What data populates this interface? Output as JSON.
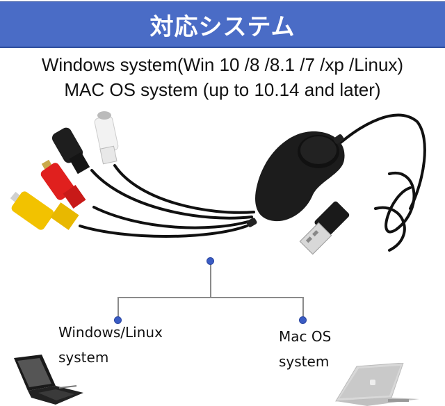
{
  "header": {
    "title": "対応システム",
    "background_color": "#4a6cc6"
  },
  "compatibility": {
    "windows_line": "Windows system(Win 10 /8 /8.1 /7 /xp /Linux)",
    "mac_line": "MAC OS system (up to 10.14 and later)"
  },
  "product": {
    "name": "usb-video-capture-cable",
    "connectors": [
      "yellow-rca",
      "red-rca",
      "black-s-video",
      "white-rca",
      "usb-a"
    ],
    "colors": {
      "yellow": "#f2c200",
      "red": "#e0201e",
      "black": "#1a1a1a",
      "white": "#f2f2f2",
      "cable": "#111111"
    }
  },
  "diagram": {
    "line_color": "#8a8a8a",
    "dot_color": "#3a5cc4",
    "left": {
      "label_line1": "Windows/Linux",
      "label_line2": "system",
      "device": "black-laptop"
    },
    "right": {
      "label_line1": "Mac OS",
      "label_line2": "system",
      "device": "silver-laptop"
    }
  }
}
